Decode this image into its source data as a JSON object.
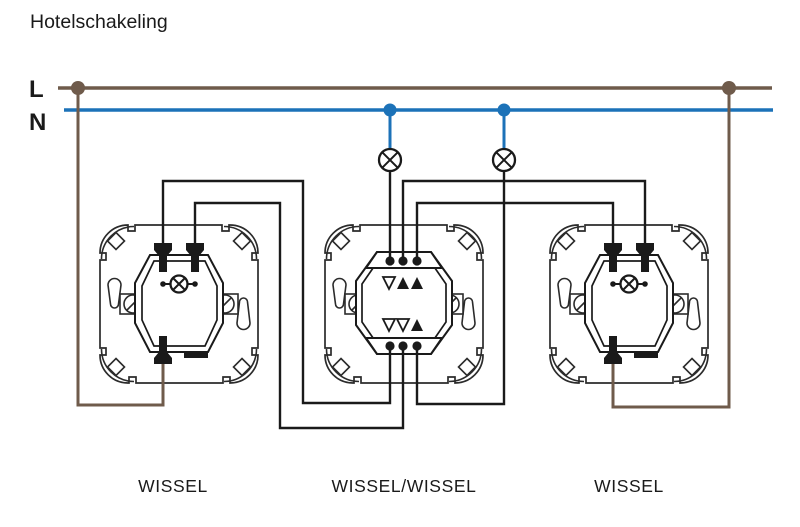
{
  "title": "Hotelschakeling",
  "colors": {
    "phase": "#6F5B4B",
    "neutral": "#1C72B8",
    "wire": "#1A1A1A",
    "background": "#FFFFFF"
  },
  "rails": {
    "phase_label": "L",
    "neutral_label": "N"
  },
  "lamps": [
    {
      "icon": "lamp-cross-icon"
    },
    {
      "icon": "lamp-cross-icon"
    }
  ],
  "switches": [
    {
      "label": "WISSEL",
      "type": "two-way"
    },
    {
      "label": "WISSEL/WISSEL",
      "type": "double-two-way"
    },
    {
      "label": "WISSEL",
      "type": "two-way"
    }
  ]
}
